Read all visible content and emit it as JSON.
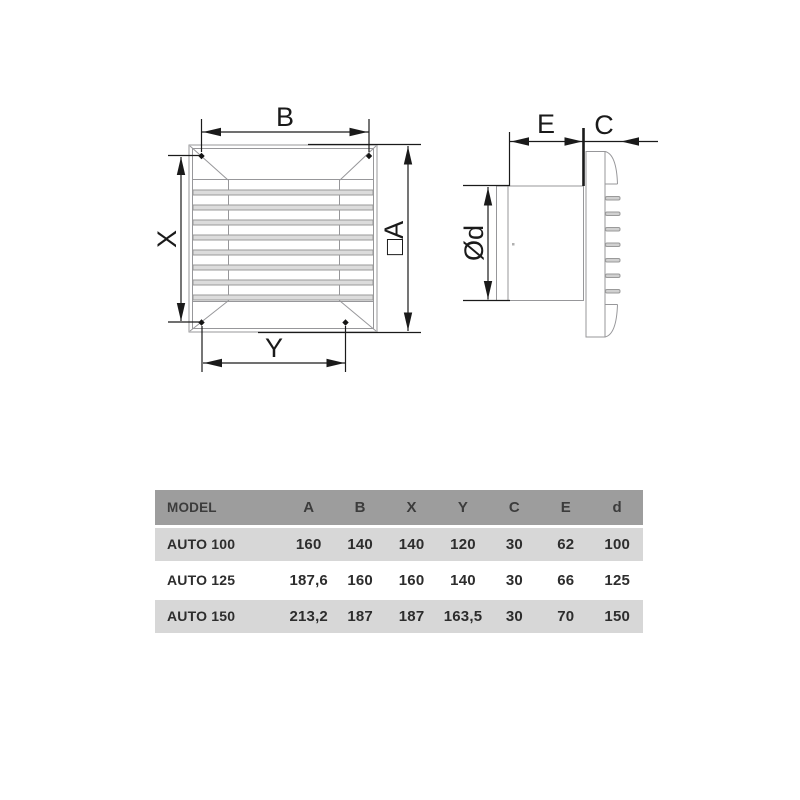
{
  "drawing": {
    "front_view": {
      "label_b": "B",
      "label_x": "X",
      "label_a": "□A",
      "label_y": "Y"
    },
    "side_view": {
      "label_e": "E",
      "label_c": "C",
      "label_d": "Ød"
    }
  },
  "table": {
    "headers": [
      "MODEL",
      "A",
      "B",
      "X",
      "Y",
      "C",
      "E",
      "d"
    ],
    "rows": [
      {
        "model": "AUTO 100",
        "values": [
          "160",
          "140",
          "140",
          "120",
          "30",
          "62",
          "100"
        ]
      },
      {
        "model": "AUTO 125",
        "values": [
          "187,6",
          "160",
          "160",
          "140",
          "30",
          "66",
          "125"
        ]
      },
      {
        "model": "AUTO 150",
        "values": [
          "213,2",
          "187",
          "187",
          "163,5",
          "30",
          "70",
          "150"
        ]
      }
    ]
  },
  "colors": {
    "table_header_bg": "#9d9d9d",
    "table_row_alt_bg": "#d7d7d7",
    "table_row_bg": "#ffffff",
    "table_text": "#2d2d2d",
    "dimension_line": "#1a1a1a",
    "structure_line": "#97979a",
    "louver_fill": "#dcdcdc"
  }
}
